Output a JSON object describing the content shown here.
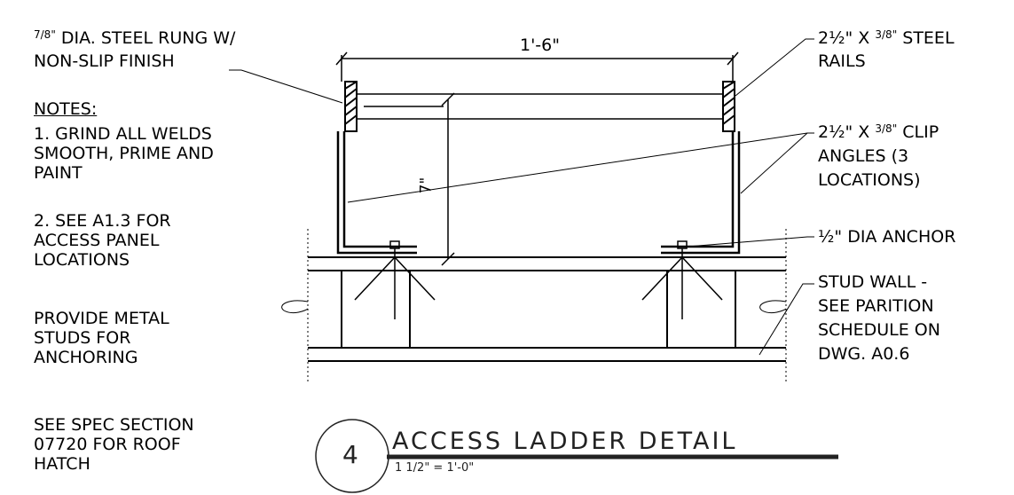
{
  "notes_block": {
    "rung_label_line1": "DIA. STEEL RUNG W/",
    "rung_label_frac": "7/8\"",
    "rung_label_line2": "NON-SLIP FINISH",
    "notes_heading": "NOTES:",
    "note1_lines": [
      "1. GRIND ALL WELDS",
      "SMOOTH, PRIME AND",
      "PAINT"
    ],
    "note2_lines": [
      "2. SEE A1.3 FOR",
      "ACCESS PANEL",
      "LOCATIONS"
    ],
    "note3_lines": [
      "PROVIDE METAL",
      "STUDS  FOR",
      "ANCHORING"
    ],
    "note4_lines": [
      "SEE SPEC SECTION",
      "07720 FOR ROOF",
      "HATCH"
    ]
  },
  "callouts": {
    "rails_frac_a": "2½\"",
    "rails_frac_b": "3/8\"",
    "rails_line1_rest": "X",
    "rails_line1_end": "STEEL",
    "rails_line2": "RAILS",
    "clip_line1_rest": "X",
    "clip_line1_end": "CLIP",
    "clip_line2": "ANGLES (3",
    "clip_line3": "LOCATIONS)",
    "anchor_frac": "½\"",
    "anchor_text": "DIA ANCHOR",
    "stud_lines": [
      "STUD WALL -",
      "SEE PARITION",
      "SCHEDULE ON",
      "DWG. A0.6"
    ]
  },
  "dimensions": {
    "width": "1'-6\"",
    "height": "7\""
  },
  "title_block": {
    "detail_number": "4",
    "title": "ACCESS LADDER DETAIL",
    "scale": "1 1/2\" = 1'-0\""
  }
}
